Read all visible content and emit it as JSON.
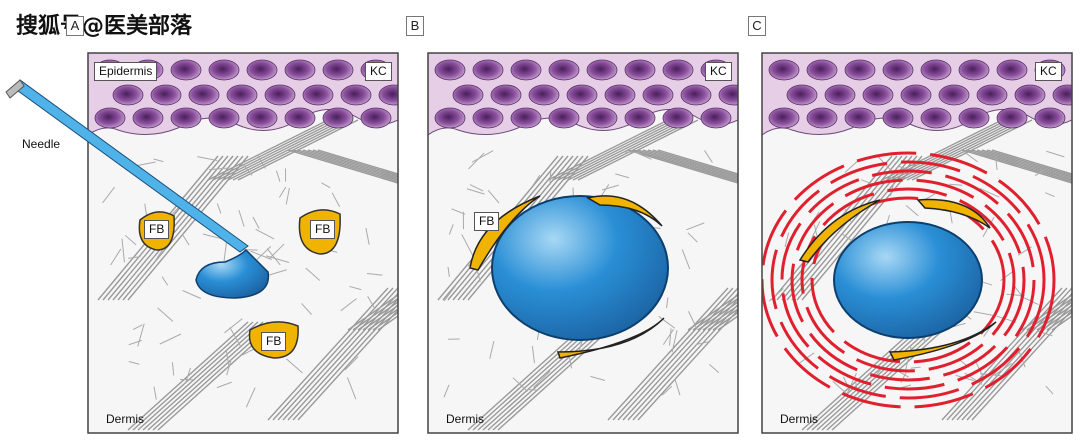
{
  "watermark": "搜狐号@医美部落",
  "panels": [
    {
      "letter": "A",
      "epidermis": "Epidermis",
      "kc": "KC",
      "dermis": "Dermis",
      "needle": "Needle",
      "fb": [
        "FB",
        "FB",
        "FB"
      ]
    },
    {
      "letter": "B",
      "kc": "KC",
      "dermis": "Dermis",
      "fb": [
        "FB"
      ]
    },
    {
      "letter": "C",
      "kc": "KC",
      "dermis": "Dermis"
    }
  ],
  "colors": {
    "epidermis_fill": "#e6cfe6",
    "keratinocyte": "#8a4f9c",
    "filler": "#2a8fd6",
    "fibroblast": "#f0b400",
    "new_collagen": "#e0202e",
    "collagen_lines": "#9a9a9a"
  }
}
